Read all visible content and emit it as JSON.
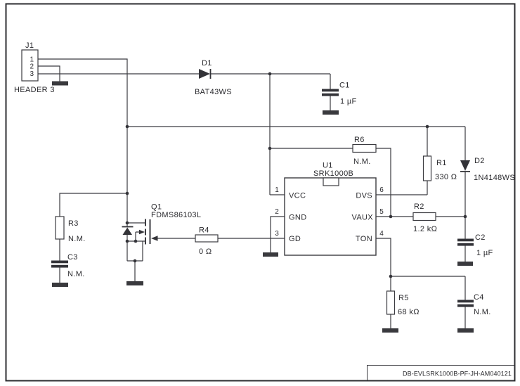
{
  "sheet": {
    "code": "DB-EVLSRK1000B-PF-JH-AM040121"
  },
  "colors": {
    "background": "#ffffff",
    "wire": "#3b3b40",
    "text": "#2a2a2e",
    "border": "#2c2c30"
  },
  "connector_j1": {
    "ref": "J1",
    "value": "HEADER 3",
    "pin1": "1",
    "pin2": "2",
    "pin3": "3"
  },
  "ic_u1": {
    "ref": "U1",
    "part": "SRK1000B",
    "pin_vcc": {
      "num": "1",
      "name": "VCC"
    },
    "pin_gnd": {
      "num": "2",
      "name": "GND"
    },
    "pin_gd": {
      "num": "3",
      "name": "GD"
    },
    "pin_dvs": {
      "num": "6",
      "name": "DVS"
    },
    "pin_vaux": {
      "num": "5",
      "name": "VAUX"
    },
    "pin_ton": {
      "num": "4",
      "name": "TON"
    }
  },
  "q1": {
    "ref": "Q1",
    "part": "FDMS86103L"
  },
  "d1": {
    "ref": "D1",
    "part": "BAT43WS"
  },
  "d2": {
    "ref": "D2",
    "part": "1N4148WS"
  },
  "r1": {
    "ref": "R1",
    "value": "330 Ω"
  },
  "r2": {
    "ref": "R2",
    "value": "1.2 kΩ"
  },
  "r3": {
    "ref": "R3",
    "value": "N.M."
  },
  "r4": {
    "ref": "R4",
    "value": "0 Ω"
  },
  "r5": {
    "ref": "R5",
    "value": "68 kΩ"
  },
  "r6": {
    "ref": "R6",
    "value": "N.M."
  },
  "c1": {
    "ref": "C1",
    "value": "1 µF"
  },
  "c2": {
    "ref": "C2",
    "value": "1 µF"
  },
  "c3": {
    "ref": "C3",
    "value": "N.M."
  },
  "c4": {
    "ref": "C4",
    "value": "N.M."
  }
}
